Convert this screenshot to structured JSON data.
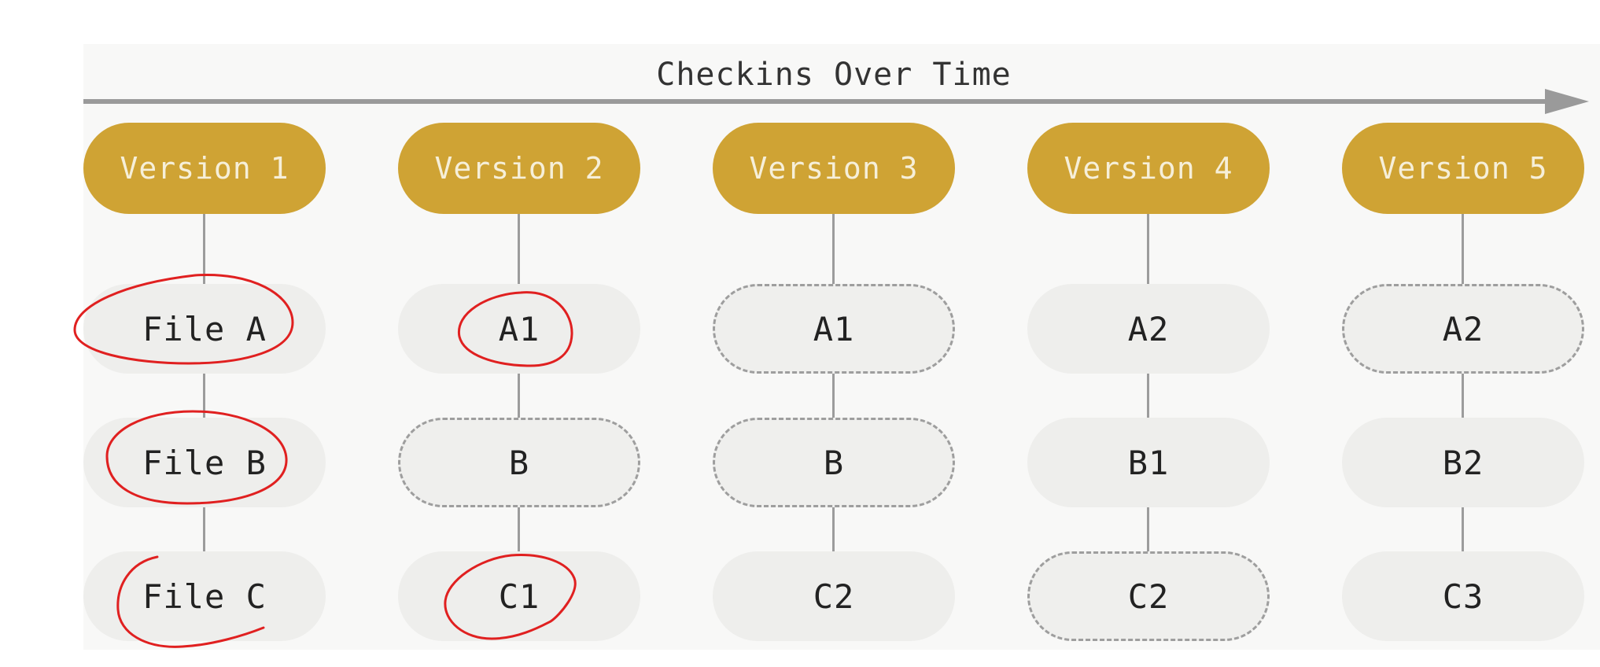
{
  "title": "Checkins Over Time",
  "colors": {
    "version_fill": "#cfa334",
    "version_text": "#f6efd9",
    "file_fill": "#eeeeec",
    "dashed_border": "#9e9e9e",
    "axis": "#9a9a9a",
    "annotation": "#e02020"
  },
  "versions": [
    {
      "label": "Version 1",
      "files": [
        {
          "label": "File A",
          "unchanged_reference": false
        },
        {
          "label": "File B",
          "unchanged_reference": false
        },
        {
          "label": "File C",
          "unchanged_reference": false
        }
      ]
    },
    {
      "label": "Version 2",
      "files": [
        {
          "label": "A1",
          "unchanged_reference": false
        },
        {
          "label": "B",
          "unchanged_reference": true
        },
        {
          "label": "C1",
          "unchanged_reference": false
        }
      ]
    },
    {
      "label": "Version 3",
      "files": [
        {
          "label": "A1",
          "unchanged_reference": true
        },
        {
          "label": "B",
          "unchanged_reference": true
        },
        {
          "label": "C2",
          "unchanged_reference": false
        }
      ]
    },
    {
      "label": "Version 4",
      "files": [
        {
          "label": "A2",
          "unchanged_reference": false
        },
        {
          "label": "B1",
          "unchanged_reference": false
        },
        {
          "label": "C2",
          "unchanged_reference": true
        }
      ]
    },
    {
      "label": "Version 5",
      "files": [
        {
          "label": "A2",
          "unchanged_reference": true
        },
        {
          "label": "B2",
          "unchanged_reference": false
        },
        {
          "label": "C3",
          "unchanged_reference": false
        }
      ]
    }
  ]
}
